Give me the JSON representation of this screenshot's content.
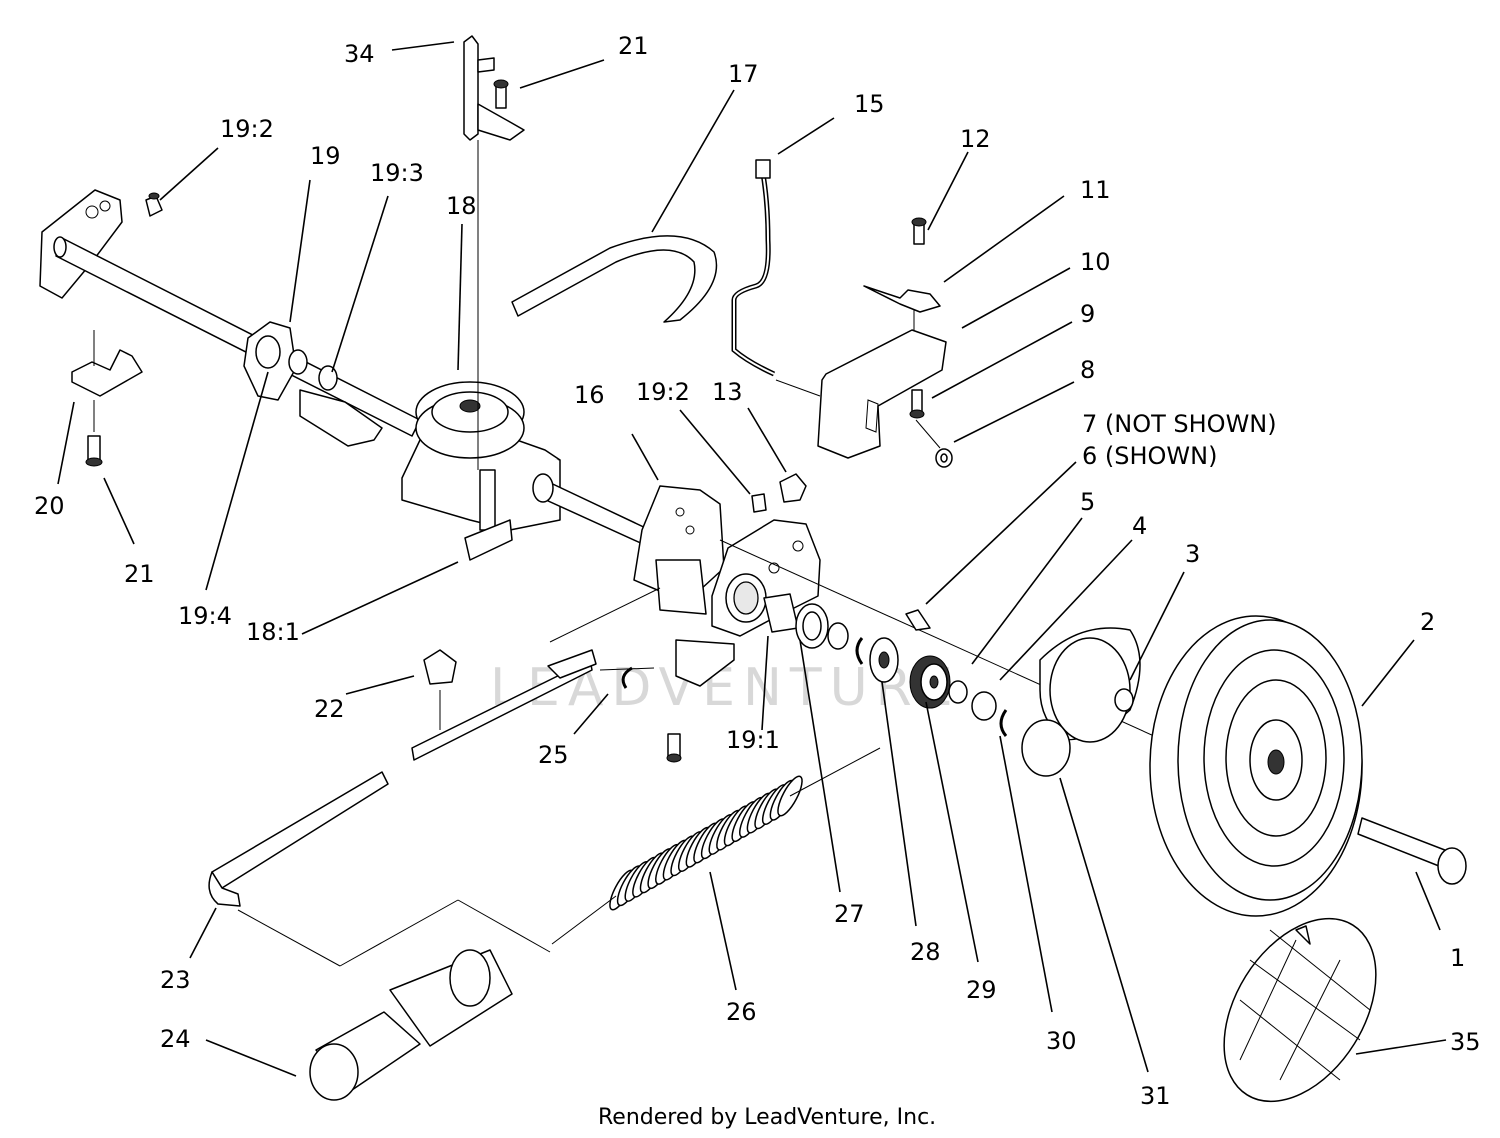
{
  "diagram": {
    "callouts": [
      {
        "id": "c1",
        "label": "1"
      },
      {
        "id": "c2",
        "label": "2"
      },
      {
        "id": "c3",
        "label": "3"
      },
      {
        "id": "c4",
        "label": "4"
      },
      {
        "id": "c5",
        "label": "5"
      },
      {
        "id": "c6",
        "label": "6 (SHOWN)"
      },
      {
        "id": "c7",
        "label": "7 (NOT SHOWN)"
      },
      {
        "id": "c8",
        "label": "8"
      },
      {
        "id": "c9",
        "label": "9"
      },
      {
        "id": "c10",
        "label": "10"
      },
      {
        "id": "c11",
        "label": "11"
      },
      {
        "id": "c12",
        "label": "12"
      },
      {
        "id": "c13",
        "label": "13"
      },
      {
        "id": "c15",
        "label": "15"
      },
      {
        "id": "c16",
        "label": "16"
      },
      {
        "id": "c17",
        "label": "17"
      },
      {
        "id": "c18",
        "label": "18"
      },
      {
        "id": "c18_1",
        "label": "18:1"
      },
      {
        "id": "c19",
        "label": "19"
      },
      {
        "id": "c19_1",
        "label": "19:1"
      },
      {
        "id": "c19_2a",
        "label": "19:2"
      },
      {
        "id": "c19_2b",
        "label": "19:2"
      },
      {
        "id": "c19_3",
        "label": "19:3"
      },
      {
        "id": "c19_4",
        "label": "19:4"
      },
      {
        "id": "c20",
        "label": "20"
      },
      {
        "id": "c21a",
        "label": "21"
      },
      {
        "id": "c21b",
        "label": "21"
      },
      {
        "id": "c22",
        "label": "22"
      },
      {
        "id": "c23",
        "label": "23"
      },
      {
        "id": "c24",
        "label": "24"
      },
      {
        "id": "c25",
        "label": "25"
      },
      {
        "id": "c26",
        "label": "26"
      },
      {
        "id": "c27",
        "label": "27"
      },
      {
        "id": "c28",
        "label": "28"
      },
      {
        "id": "c29",
        "label": "29"
      },
      {
        "id": "c30",
        "label": "30"
      },
      {
        "id": "c31",
        "label": "31"
      },
      {
        "id": "c34",
        "label": "34"
      },
      {
        "id": "c35",
        "label": "35"
      }
    ],
    "watermark": "LEADVENTURE",
    "footer": "Rendered by LeadVenture, Inc."
  }
}
